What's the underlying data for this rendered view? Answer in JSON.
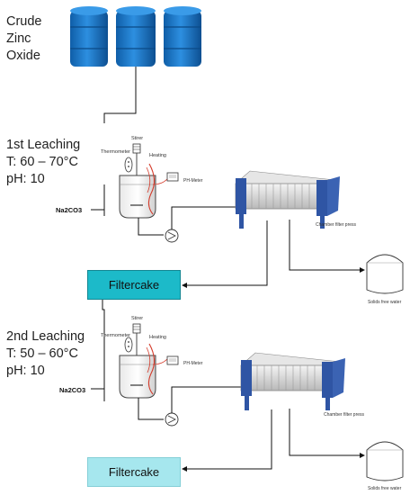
{
  "source": {
    "label_line1": "Crude",
    "label_line2": "Zinc",
    "label_line3": "Oxide"
  },
  "stage1": {
    "title": "1st Leaching",
    "temp": "T: 60 – 70°C",
    "ph": "pH: 10",
    "stirrer": "Stirer",
    "thermometer": "Thermometer",
    "heating": "Heating",
    "ph_meter": "PH-Meter",
    "reagent": "Na2CO3",
    "press": "Chamber filter press",
    "water": "Solids free water",
    "filtercake": "Filtercake"
  },
  "stage2": {
    "title": "2nd Leaching",
    "temp": "T: 50 – 60°C",
    "ph": "pH: 10",
    "stirrer": "Stirer",
    "thermometer": "Thermometer",
    "heating": "Heating",
    "ph_meter": "PH-Meter",
    "reagent": "Na2CO3",
    "press": "Chamber filter press",
    "water": "Solids free water",
    "filtercake": "Filtercake"
  },
  "colors": {
    "barrel": "#1f7fd0",
    "filtercake_dark": "#1cbac9",
    "filtercake_light": "#a6e7ee",
    "heating_coil": "#d43a2a"
  }
}
